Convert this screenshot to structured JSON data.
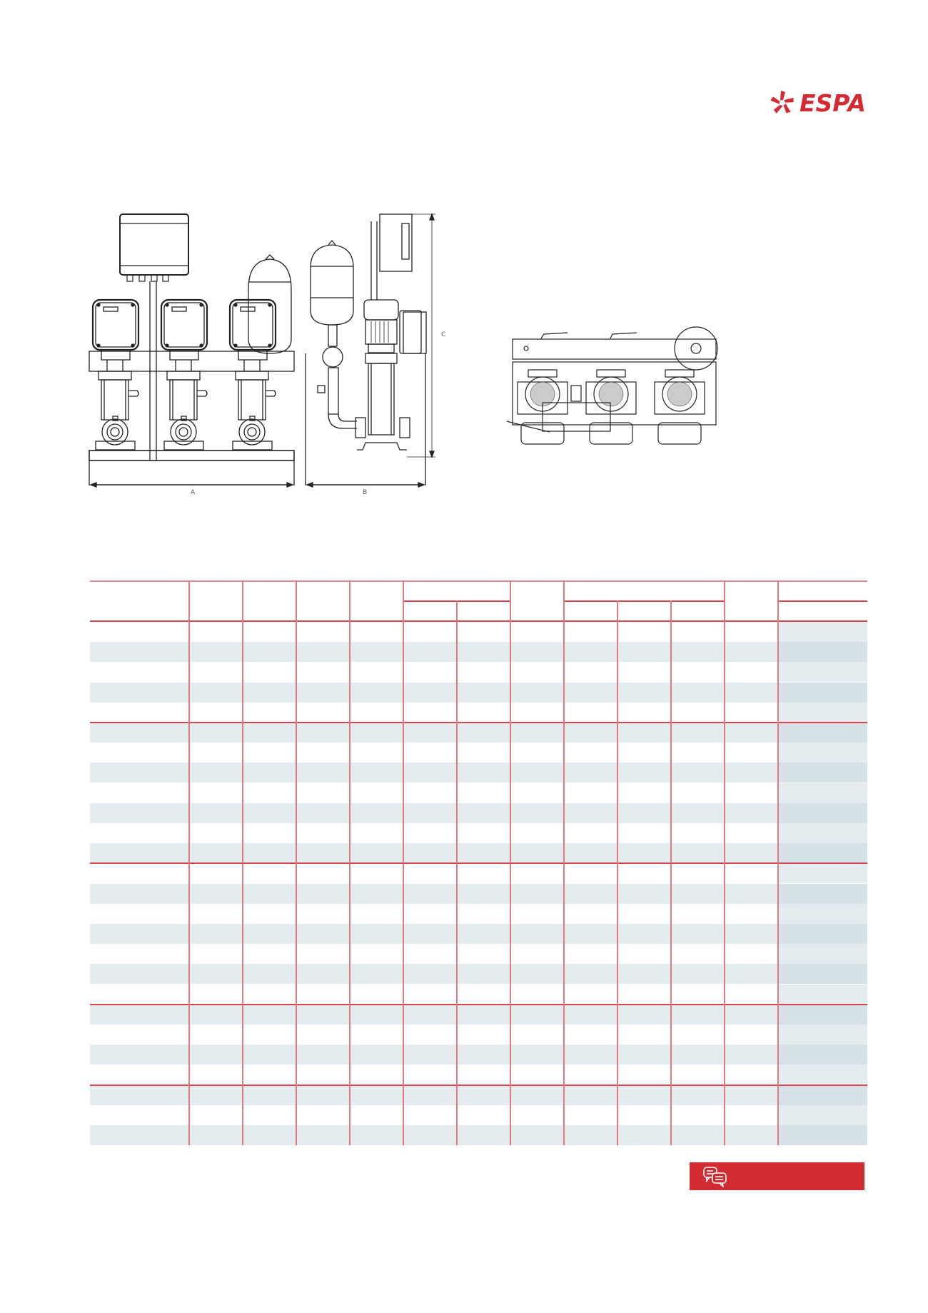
{
  "brand": {
    "logo_text": "ESPA",
    "color": "#d42a32"
  },
  "drawings": {
    "front_view": {
      "dimension_label": "A"
    },
    "side_view": {
      "dimension_label_width": "B",
      "dimension_label_height": "C"
    },
    "top_view": {}
  },
  "table": {
    "line_color": "#d9434c",
    "row_shade_color": "#e5ecf0",
    "last_col_shade_color": "#d5e0e7",
    "header": {
      "cells": [
        "",
        "",
        "",
        "",
        "",
        "",
        "",
        "",
        "",
        "",
        "",
        "",
        ""
      ]
    },
    "groups": [
      {
        "rows": 5
      },
      {
        "rows": 7
      },
      {
        "rows": 7
      },
      {
        "rows": 4
      },
      {
        "rows": 3
      }
    ]
  },
  "footer_badge": {
    "icon": "chat-bubbles-icon",
    "label": "",
    "color": "#d22b31"
  }
}
